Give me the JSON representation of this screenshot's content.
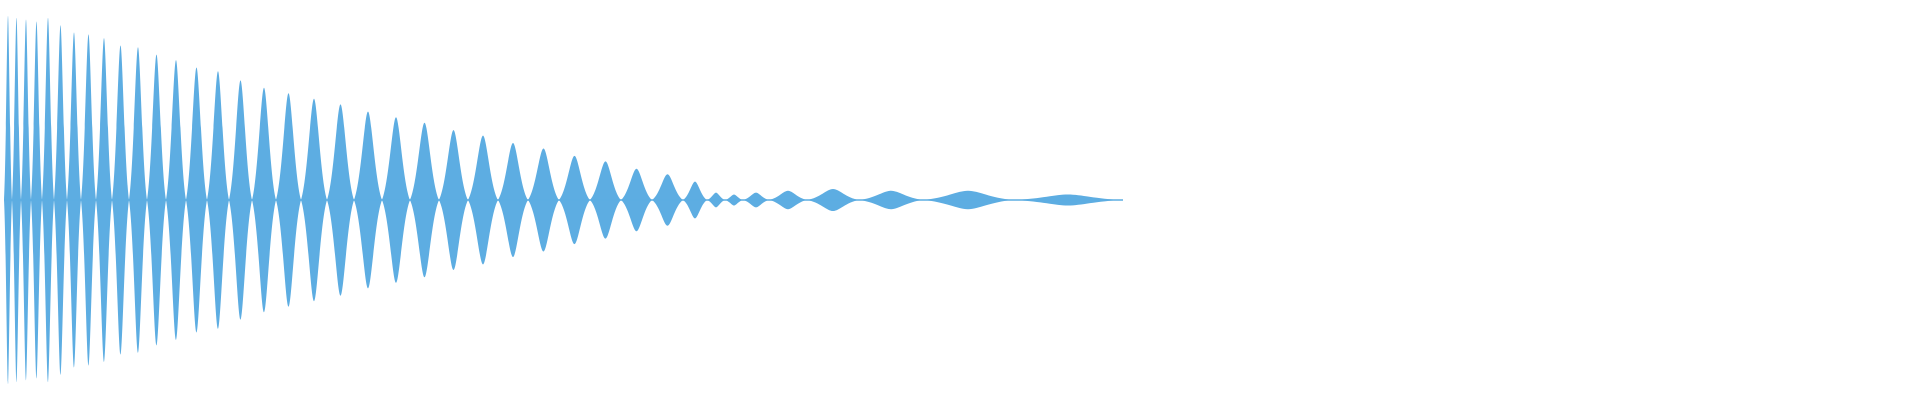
{
  "waveform": {
    "fill_color": "#5dade2",
    "background_color": "#ffffff",
    "envelope_shape": "decaying-oscillation",
    "lobes": [
      {
        "amplitude": 1.0
      },
      {
        "amplitude": 0.99
      },
      {
        "amplitude": 0.98
      },
      {
        "amplitude": 0.97
      },
      {
        "amplitude": 0.99
      },
      {
        "amplitude": 0.95
      },
      {
        "amplitude": 0.91
      },
      {
        "amplitude": 0.9
      },
      {
        "amplitude": 0.88
      },
      {
        "amplitude": 0.84
      },
      {
        "amplitude": 0.83
      },
      {
        "amplitude": 0.79
      },
      {
        "amplitude": 0.76
      },
      {
        "amplitude": 0.72
      },
      {
        "amplitude": 0.7
      },
      {
        "amplitude": 0.65
      },
      {
        "amplitude": 0.61
      },
      {
        "amplitude": 0.58
      },
      {
        "amplitude": 0.55
      },
      {
        "amplitude": 0.52
      },
      {
        "amplitude": 0.48
      },
      {
        "amplitude": 0.45
      },
      {
        "amplitude": 0.42
      },
      {
        "amplitude": 0.38
      },
      {
        "amplitude": 0.35
      },
      {
        "amplitude": 0.31
      },
      {
        "amplitude": 0.28
      },
      {
        "amplitude": 0.24
      },
      {
        "amplitude": 0.21
      },
      {
        "amplitude": 0.17
      },
      {
        "amplitude": 0.14
      },
      {
        "amplitude": 0.1
      },
      {
        "amplitude": 0.04
      },
      {
        "amplitude": 0.03
      },
      {
        "amplitude": 0.04
      },
      {
        "amplitude": 0.05
      },
      {
        "amplitude": 0.06
      },
      {
        "amplitude": 0.05
      },
      {
        "amplitude": 0.05
      },
      {
        "amplitude": 0.03
      }
    ]
  }
}
